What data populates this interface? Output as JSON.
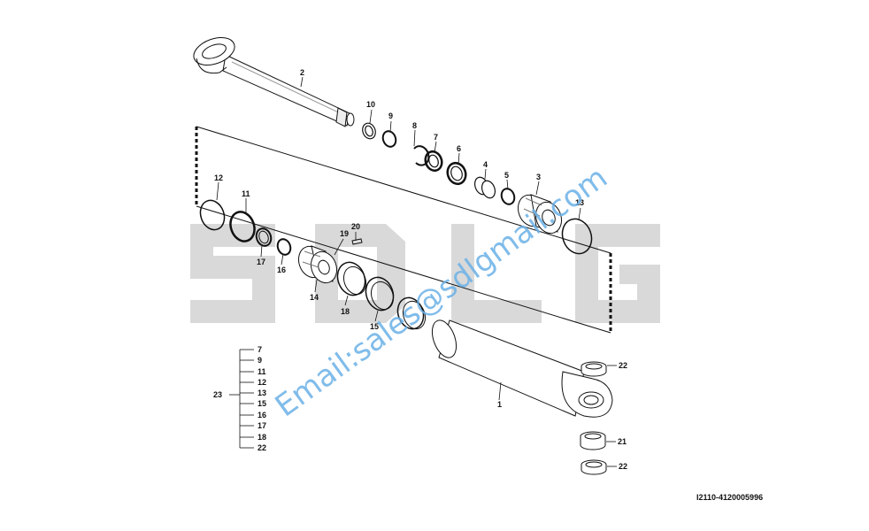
{
  "watermark": {
    "logo_text": "SDLG",
    "email": "Email:sales@sdlgmail.com",
    "logo_color": "#d9d9d9",
    "email_color": "#6ab0e6"
  },
  "callouts": {
    "p1": "1",
    "p2": "2",
    "p3": "3",
    "p4": "4",
    "p5": "5",
    "p6": "6",
    "p7": "7",
    "p8": "8",
    "p9": "9",
    "p10": "10",
    "p11": "11",
    "p12": "12",
    "p13": "13",
    "p14": "14",
    "p15": "15",
    "p16": "16",
    "p17": "17",
    "p18": "18",
    "p19": "19",
    "p20": "20",
    "p21": "21",
    "p22a": "22",
    "p22b": "22"
  },
  "seal_kit": {
    "label": "23",
    "items": [
      "7",
      "9",
      "11",
      "12",
      "13",
      "15",
      "16",
      "17",
      "18",
      "22"
    ]
  },
  "drawing_id": "I2110-4120005996",
  "colors": {
    "line": "#111111",
    "part_fill": "#ffffff",
    "shading": "#bdbdbd"
  }
}
